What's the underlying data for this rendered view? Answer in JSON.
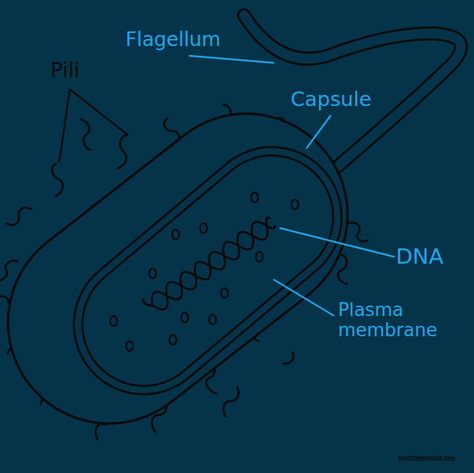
{
  "diagram": {
    "labels": [
      "Flagellum",
      "Pili",
      "Capsule",
      "DNA",
      "Plasma membrane",
      "KeyDrawingHub.com"
    ]
  }
}
